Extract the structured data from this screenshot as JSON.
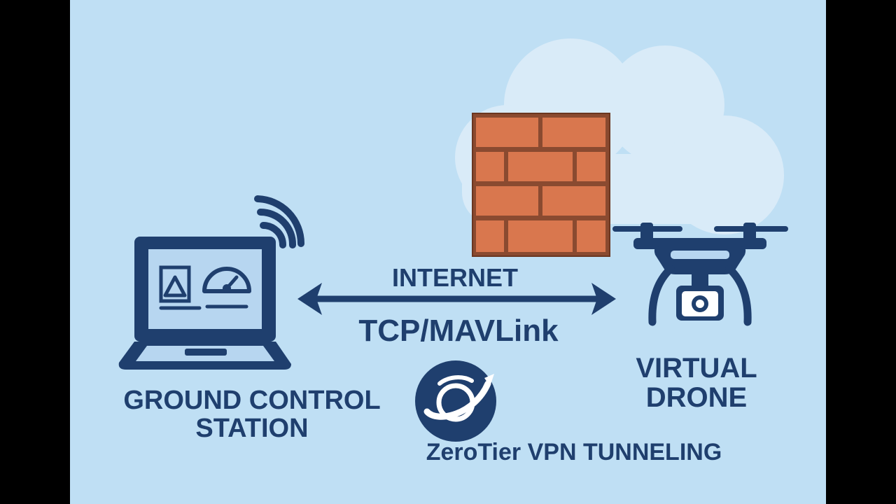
{
  "labels": {
    "gcs_line1": "GROUND CONTROL",
    "gcs_line2": "STATION",
    "internet": "INTERNET",
    "protocol": "TCP/MAVLink",
    "drone_line1": "VIRTUAL",
    "drone_line2": "DRONE",
    "vpn": "ZeroTier VPN TUNNELING"
  },
  "icons": {
    "laptop": "laptop-icon",
    "wifi": "wifi-signal-icon",
    "gauge": "gauge-icon",
    "firewall": "firewall-brick-wall-icon",
    "cloud": "cloud-icon",
    "drone": "drone-icon",
    "camera": "camera-icon",
    "arrow": "double-arrow",
    "zerotier_logo": "zerotier-logo-icon"
  },
  "colors": {
    "background": "#bfdff4",
    "letterbox": "#000000",
    "navy": "#1f3f6e",
    "screen": "#b7d6f0",
    "brick": "#d9774e",
    "mortar": "#8a4a30",
    "cloud": "#d9ebf8"
  }
}
